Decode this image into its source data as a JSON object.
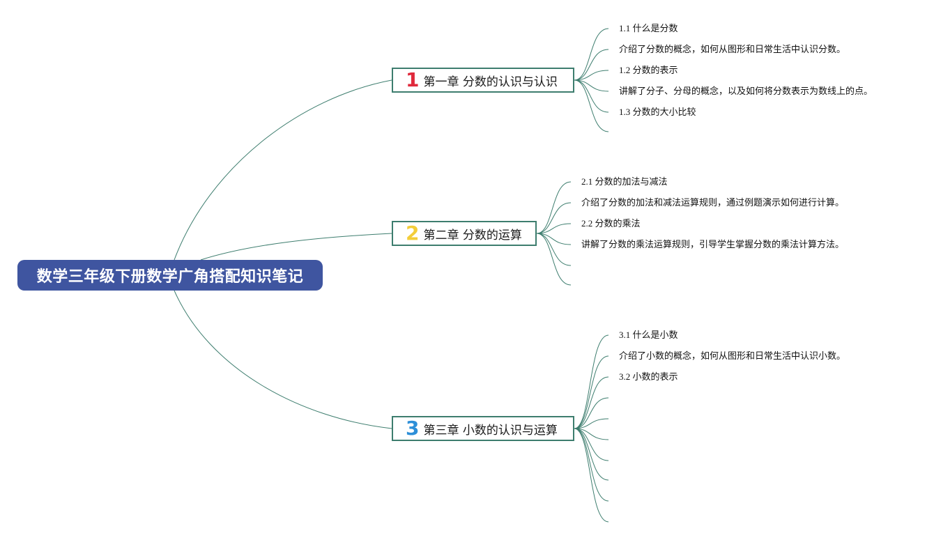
{
  "root": {
    "title": "数学三年级下册数学广角搭配知识笔记"
  },
  "colors": {
    "root_fill": "#3f55a0",
    "line": "#3d7d6e",
    "chapter1_num": "#e02a3c",
    "chapter2_num": "#f3cd3a",
    "chapter3_num": "#2d8fd8"
  },
  "chapters": [
    {
      "number": "1",
      "title": "第一章 分数的认识与认识",
      "items": [
        "1.1 什么是分数",
        "介绍了分数的概念，如何从图形和日常生活中认识分数。",
        "1.2 分数的表示",
        "讲解了分子、分母的概念，以及如何将分数表示为数线上的点。",
        "1.3 分数的大小比较",
        ""
      ]
    },
    {
      "number": "2",
      "title": "第二章 分数的运算",
      "items": [
        "2.1 分数的加法与减法",
        "介绍了分数的加法和减法运算规则，通过例题演示如何进行计算。",
        "2.2 分数的乘法",
        "讲解了分数的乘法运算规则，引导学生掌握分数的乘法计算方法。",
        "",
        ""
      ]
    },
    {
      "number": "3",
      "title": "第三章 小数的认识与运算",
      "items": [
        "3.1 什么是小数",
        "介绍了小数的概念，如何从图形和日常生活中认识小数。",
        "3.2 小数的表示",
        "",
        "",
        "",
        "",
        "",
        "",
        ""
      ]
    }
  ]
}
